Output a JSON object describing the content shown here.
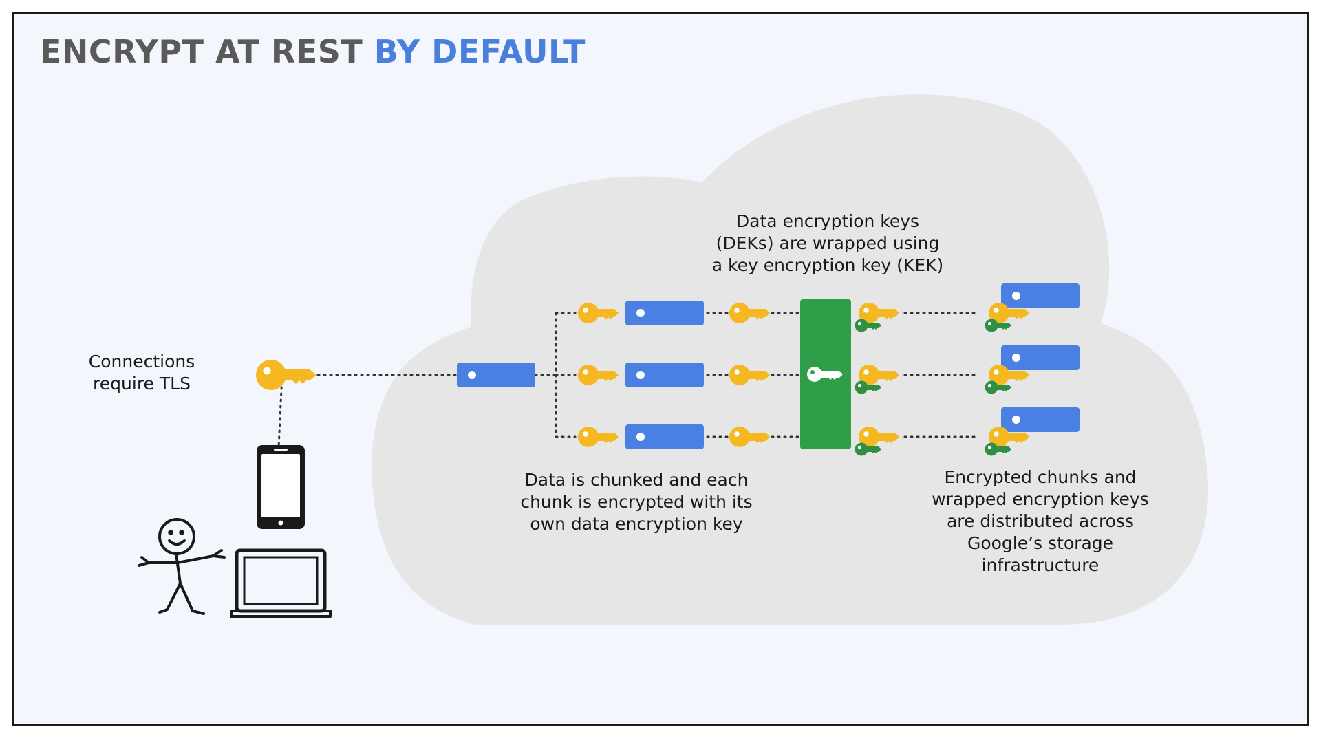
{
  "title": {
    "part1": "ENCRYPT AT REST ",
    "part2": "BY DEFAULT"
  },
  "labels": {
    "tls": [
      "Connections",
      "require TLS"
    ],
    "dek_wrap": [
      "Data encryption keys",
      "(DEKs) are wrapped using",
      "a key encryption key (KEK)"
    ],
    "chunking": [
      "Data is chunked and each",
      "chunk is encrypted with its",
      "own data encryption key"
    ],
    "distribution": [
      "Encrypted chunks and",
      "wrapped encryption keys",
      "are distributed across",
      "Google’s storage",
      "infrastructure"
    ]
  },
  "colors": {
    "key_yellow": "#f6b820",
    "data_blue": "#4a80e2",
    "kek_green": "#2e9e49",
    "small_key_green": "#2f8f43",
    "cloud_gray": "#e6e6e6",
    "title_gray": "#5a5a5a",
    "title_blue": "#4a7fdc"
  },
  "icons": {
    "tls_key": "key-icon",
    "device_phone": "smartphone-icon",
    "device_laptop": "laptop-icon",
    "user": "stick-figure-icon",
    "kek": "key-encryption-key-icon",
    "data": "data-block-icon"
  }
}
